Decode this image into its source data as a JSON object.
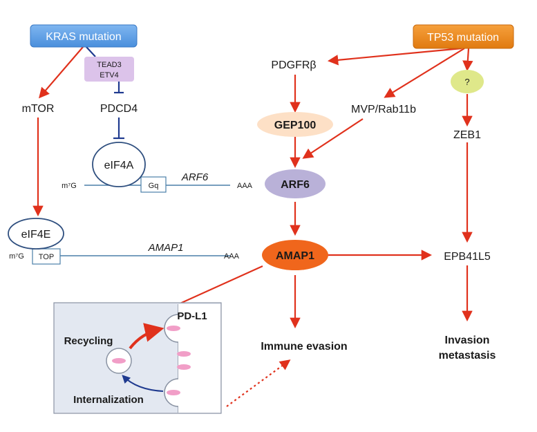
{
  "colors": {
    "arrow": "#e0311c",
    "inhibit": "#1f3a8f",
    "kras_box": "#5b9ee6",
    "tp53_box": "#f08a1c",
    "tead_box": "#dcc3ea",
    "gep100": "#fde0c6",
    "arf6": "#b9b1d8",
    "amap1": "#f0661c",
    "question": "#dfe88a",
    "inset_bg": "#e3e8f1"
  },
  "labels": {
    "kras": "KRAS mutation",
    "tp53": "TP53 mutation",
    "tead3": "TEAD3",
    "etv4": "ETV4",
    "mtor": "mTOR",
    "pdcd4": "PDCD4",
    "pdgfrb": "PDGFRβ",
    "mvp": "MVP/Rab11b",
    "question": "?",
    "zeb1": "ZEB1",
    "gep100": "GEP100",
    "arf6": "ARF6",
    "amap1": "AMAP1",
    "epb41l5": "EPB41L5",
    "eif4a": "eIF4A",
    "eif4e": "eIF4E",
    "m7g": "m⁷G",
    "gq": "Gq",
    "top": "TOP",
    "arf6_mrna": "ARF6",
    "amap1_mrna": "AMAP1",
    "aaa": "AAA",
    "pdl1": "PD-L1",
    "recycling": "Recycling",
    "internalization": "Internalization",
    "immune_evasion": "Immune evasion",
    "invasion": "Invasion",
    "metastasis": "metastasis"
  }
}
